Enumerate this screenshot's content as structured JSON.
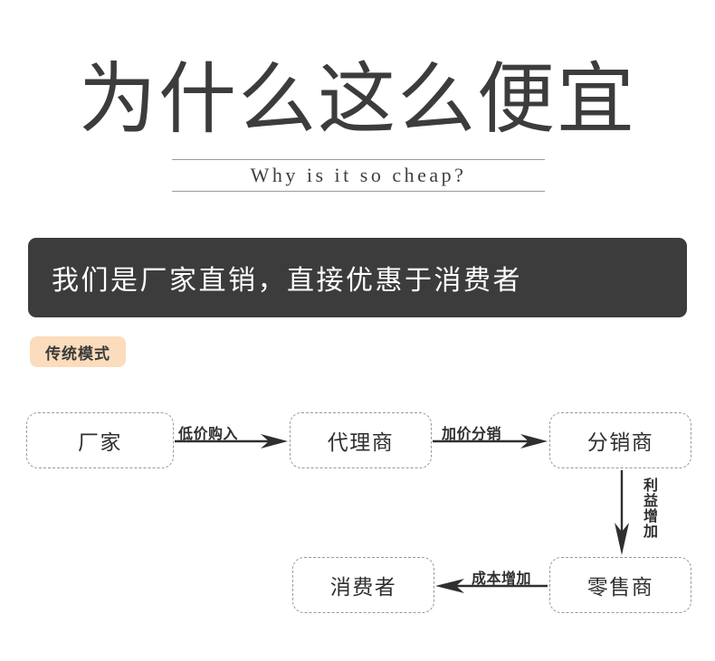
{
  "header": {
    "title": "为什么这么便宜",
    "subtitle": "Why is it so cheap?"
  },
  "banner": {
    "text": "我们是厂家直销，直接优惠于消费者",
    "background_color": "#3c3c3c",
    "text_color": "#ffffff"
  },
  "section_tag": {
    "label": "传统模式",
    "background_color": "#fbdcbc"
  },
  "flow": {
    "nodes": [
      {
        "id": "manufacturer",
        "label": "厂家"
      },
      {
        "id": "agent",
        "label": "代理商"
      },
      {
        "id": "distributor",
        "label": "分销商"
      },
      {
        "id": "retailer",
        "label": "零售商"
      },
      {
        "id": "consumer",
        "label": "消费者"
      }
    ],
    "edges": [
      {
        "id": "low-price",
        "label": "低价购入",
        "from": "manufacturer",
        "to": "agent",
        "direction": "right"
      },
      {
        "id": "markup",
        "label": "加价分销",
        "from": "agent",
        "to": "distributor",
        "direction": "right"
      },
      {
        "id": "benefit",
        "label": "利益增加",
        "from": "distributor",
        "to": "retailer",
        "direction": "down"
      },
      {
        "id": "cost",
        "label": "成本增加",
        "from": "retailer",
        "to": "consumer",
        "direction": "left"
      }
    ],
    "border_color": "#999999",
    "arrow_color": "#2f2f2f"
  }
}
